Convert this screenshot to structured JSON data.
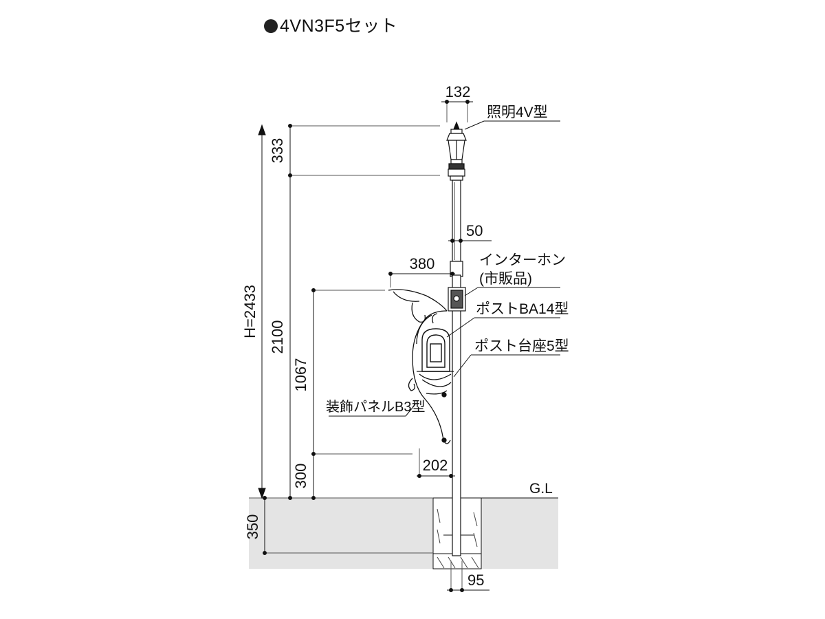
{
  "title": "4VN3F5セット",
  "dimensions": {
    "lamp_width": "132",
    "lamp_height": "333",
    "pole_diameter": "50",
    "panel_width": "380",
    "total_height": "H=2433",
    "pole_height": "2100",
    "panel_height": "1067",
    "bottom_clearance": "300",
    "embed_depth": "350",
    "base_width": "202",
    "foundation_width": "95"
  },
  "labels": {
    "light": "照明4V型",
    "intercom_line1": "インターホン",
    "intercom_line2": "(市販品)",
    "post": "ポストBA14型",
    "post_base": "ポスト台座5型",
    "decor_panel": "装飾パネルB3型",
    "ground_level": "G.L"
  },
  "colors": {
    "line": "#111111",
    "ground_fill": "#e4e4e4",
    "guide_line": "#555555"
  }
}
